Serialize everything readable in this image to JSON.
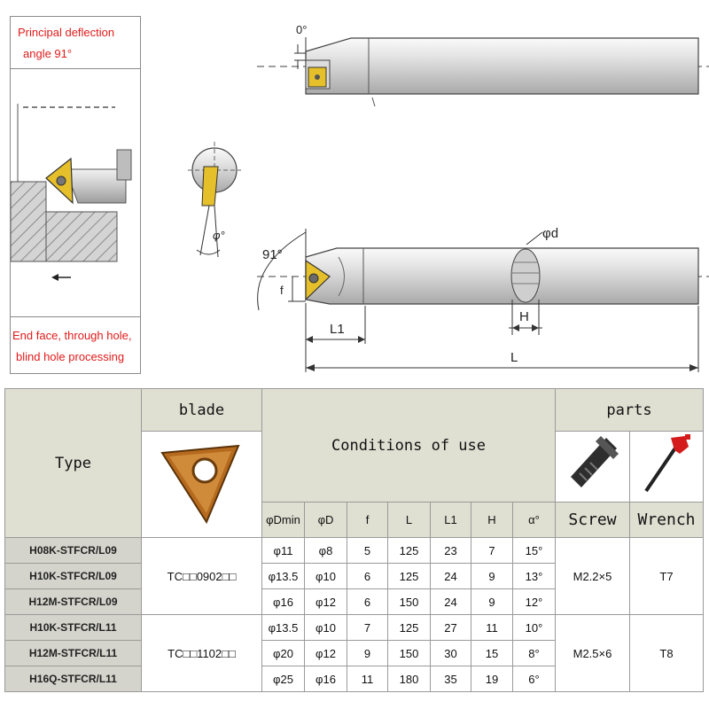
{
  "left_panel": {
    "title_line1": "Principal deflection",
    "title_line2": "angle 91°",
    "caption_line1": "End face, through hole,",
    "caption_line2": "blind hole processing"
  },
  "drawing": {
    "angle_0": "0°",
    "angle_phi": "φ°",
    "angle_91": "91°",
    "label_f": "f",
    "label_phi_d": "φd",
    "label_H": "H",
    "label_L1": "L1",
    "label_L": "L"
  },
  "table": {
    "type_header": "Type",
    "blade_header": "blade",
    "conditions_header": "Conditions of use",
    "parts_header": "parts",
    "columns": [
      "φDmin",
      "φD",
      "f",
      "L",
      "L1",
      "H",
      "α°"
    ],
    "screw_header": "Screw",
    "wrench_header": "Wrench",
    "rows": [
      {
        "type": "H08K-STFCR/L09",
        "dmin": "φ11",
        "d": "φ8",
        "f": "5",
        "l": "125",
        "l1": "23",
        "h": "7",
        "alpha": "15°"
      },
      {
        "type": "H10K-STFCR/L09",
        "dmin": "φ13.5",
        "d": "φ10",
        "f": "6",
        "l": "125",
        "l1": "24",
        "h": "9",
        "alpha": "13°"
      },
      {
        "type": "H12M-STFCR/L09",
        "dmin": "φ16",
        "d": "φ12",
        "f": "6",
        "l": "150",
        "l1": "24",
        "h": "9",
        "alpha": "12°"
      },
      {
        "type": "H10K-STFCR/L11",
        "dmin": "φ13.5",
        "d": "φ10",
        "f": "7",
        "l": "125",
        "l1": "27",
        "h": "11",
        "alpha": "10°"
      },
      {
        "type": "H12M-STFCR/L11",
        "dmin": "φ20",
        "d": "φ12",
        "f": "9",
        "l": "150",
        "l1": "30",
        "h": "15",
        "alpha": "8°"
      },
      {
        "type": "H16Q-STFCR/L11",
        "dmin": "φ25",
        "d": "φ16",
        "f": "11",
        "l": "180",
        "l1": "35",
        "h": "19",
        "alpha": "6°"
      }
    ],
    "groups": [
      {
        "blade": "TC□□0902□□",
        "screw": "M2.2×5",
        "wrench": "T7"
      },
      {
        "blade": "TC□□1102□□",
        "screw": "M2.5×6",
        "wrench": "T8"
      }
    ]
  },
  "colors": {
    "accent_red": "#e01b1b",
    "insert_gold": "#e6c02a",
    "header_bg": "#dfe0d2",
    "type_bg": "#d4d4cc",
    "insert_bronze": "#b56a1e"
  },
  "icons": [
    "boring-bar-drawing",
    "insert-blade-image",
    "torx-screw-image",
    "torx-wrench-image"
  ]
}
